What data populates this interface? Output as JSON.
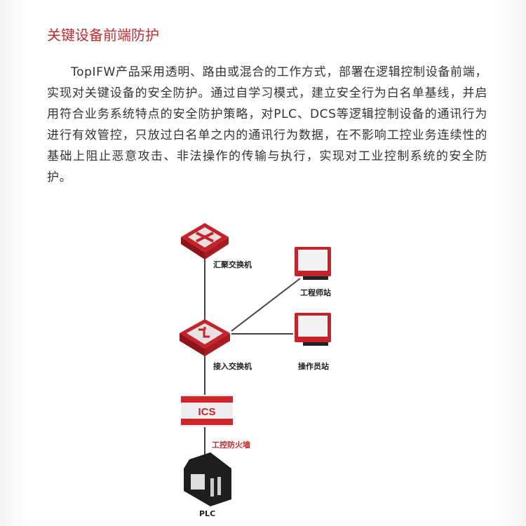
{
  "title": "关键设备前端防护",
  "paragraph": "TopIFW产品采用透明、路由或混合的工作方式，部署在逻辑控制设备前端，实现对关键设备的安全防护。通过自学习模式，建立安全行为白名单基线，并启用符合业务系统特点的安全防护策略，对PLC、DCS等逻辑控制设备的通讯行为进行有效管控，只放过白名单之内的通讯行为数据，在不影响工控业务连续性的基础上阻止恶意攻击、非法操作的传输与执行，实现对工业控制系统的安全防护。",
  "diagram": {
    "aggregation_switch": "汇聚交换机",
    "access_switch": "接入交换机",
    "engineer_station": "工程师站",
    "operator_station": "操作员站",
    "firewall_badge": "ICS",
    "firewall": "工控防火墙",
    "plc": "PLC"
  },
  "colors": {
    "accent": "#c62a2f"
  }
}
